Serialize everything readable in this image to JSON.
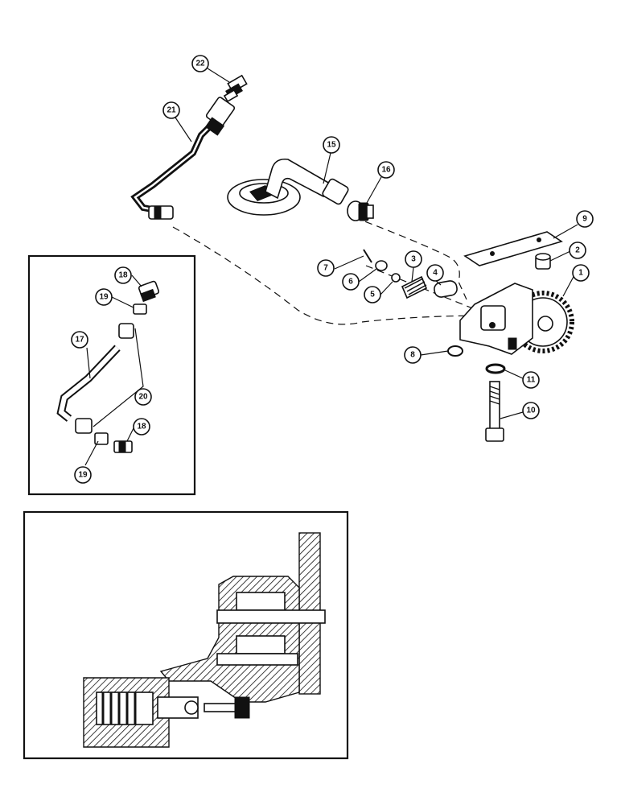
{
  "callouts": [
    {
      "id": "c22",
      "label": "22"
    },
    {
      "id": "c21",
      "label": "21"
    },
    {
      "id": "c15",
      "label": "15"
    },
    {
      "id": "c16",
      "label": "16"
    },
    {
      "id": "c9",
      "label": "9"
    },
    {
      "id": "c2",
      "label": "2"
    },
    {
      "id": "c1",
      "label": "1"
    },
    {
      "id": "c7",
      "label": "7"
    },
    {
      "id": "c6",
      "label": "6"
    },
    {
      "id": "c5",
      "label": "5"
    },
    {
      "id": "c3",
      "label": "3"
    },
    {
      "id": "c4",
      "label": "4"
    },
    {
      "id": "c8",
      "label": "8"
    },
    {
      "id": "c11",
      "label": "11"
    },
    {
      "id": "c10",
      "label": "10"
    },
    {
      "id": "c18a",
      "label": "18"
    },
    {
      "id": "c19a",
      "label": "19"
    },
    {
      "id": "c17",
      "label": "17"
    },
    {
      "id": "c20",
      "label": "20"
    },
    {
      "id": "c18b",
      "label": "18"
    },
    {
      "id": "c19b",
      "label": "19"
    }
  ]
}
